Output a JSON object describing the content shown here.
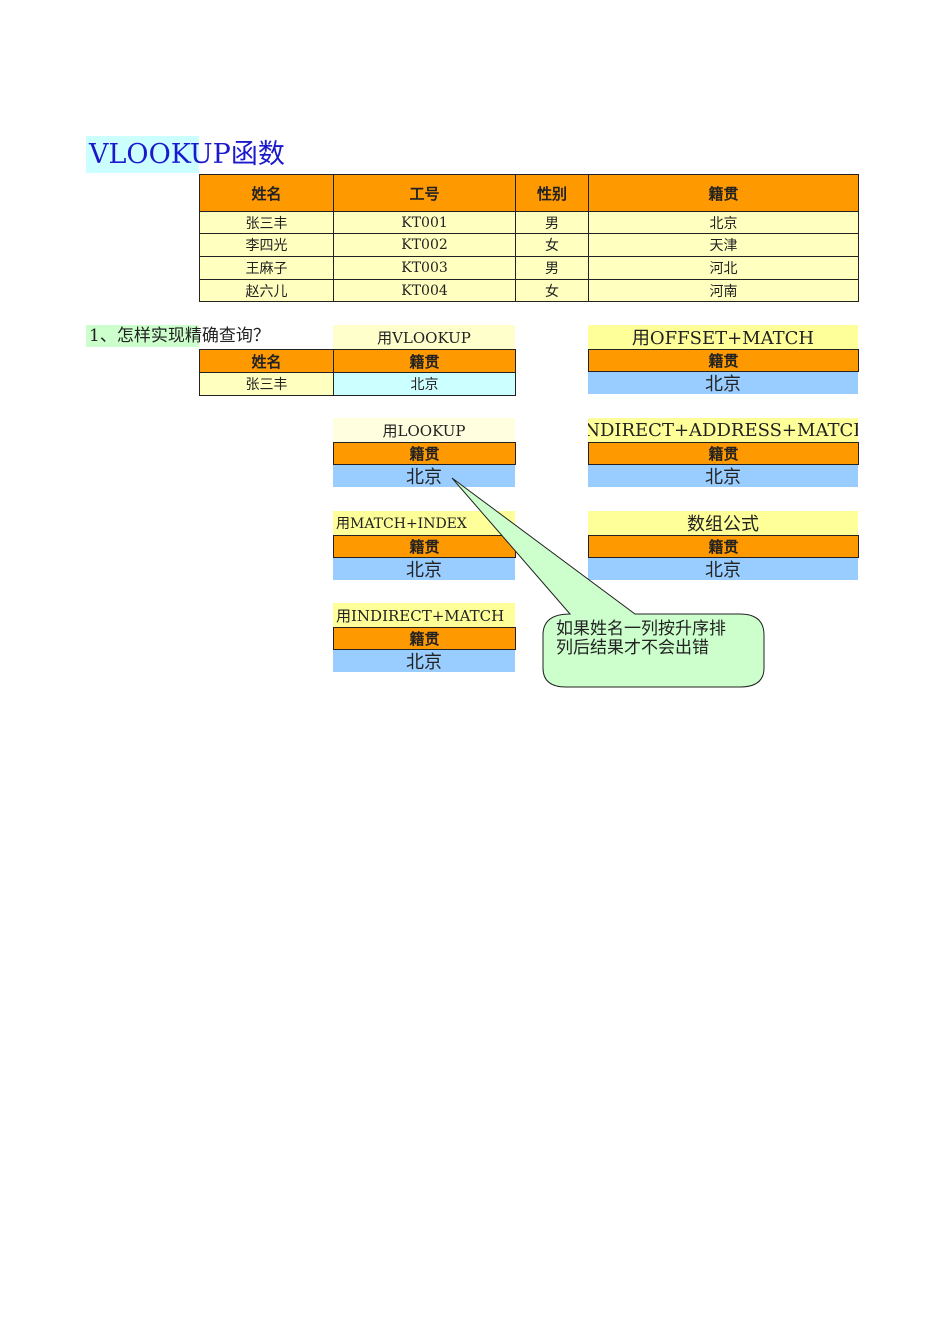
{
  "title": "VLOOKUP函数",
  "main_table": {
    "headers": [
      "姓名",
      "工号",
      "性别",
      "籍贯"
    ],
    "rows": [
      [
        "张三丰",
        "KT001",
        "男",
        "北京"
      ],
      [
        "李四光",
        "KT002",
        "女",
        "天津"
      ],
      [
        "王麻子",
        "KT003",
        "男",
        "河北"
      ],
      [
        "赵六儿",
        "KT004",
        "女",
        "河南"
      ]
    ]
  },
  "question": "1、怎样实现精确查询？",
  "vlookup_box": {
    "title": "用VLOOKUP",
    "name_header": "姓名",
    "origin_header": "籍贯",
    "name_value": "张三丰",
    "origin_value": "北京"
  },
  "boxes": [
    {
      "title": "用OFFSET+MATCH",
      "header": "籍贯",
      "value": "北京"
    },
    {
      "title": "用LOOKUP",
      "header": "籍贯",
      "value": "北京"
    },
    {
      "title": "INDIRECT+ADDRESS+MATCH",
      "header": "籍贯",
      "value": "北京"
    },
    {
      "title": "用MATCH+INDEX",
      "header": "籍贯",
      "value": "北京"
    },
    {
      "title": "数组公式",
      "header": "籍贯",
      "value": "北京"
    },
    {
      "title": "用INDIRECT+MATCH",
      "header": "籍贯",
      "value": "北京"
    }
  ],
  "callout": {
    "line1": "如果姓名一列按升序排",
    "line2": "列后结果才不会出错"
  }
}
